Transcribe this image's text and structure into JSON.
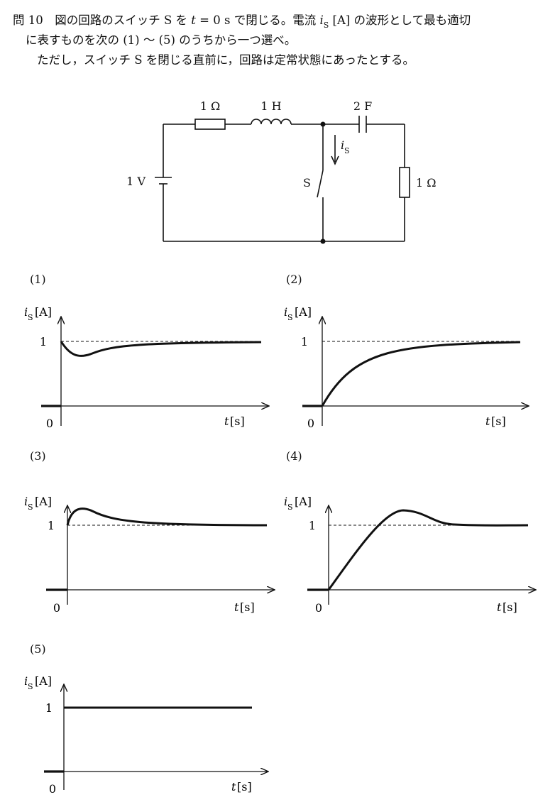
{
  "question": {
    "number": "問 10",
    "line1_a": "図の回路のスイッチ S を ",
    "t_var": "t",
    "line1_b": " = 0 s で閉じる。電流 ",
    "i_var": "i",
    "i_sub": "S",
    "line1_c": " [A] の波形として最も適切",
    "line2": "に表すものを次の (1) ～ (5) のうちから一つ選べ。",
    "line3": "ただし，スイッチ S を閉じる直前に，回路は定常状態にあったとする。"
  },
  "circuit": {
    "source_label": "1 V",
    "resistor1_label": "1 Ω",
    "inductor_label": "1 H",
    "capacitor_label": "2 F",
    "resistor2_label": "1 Ω",
    "switch_label": "S",
    "current_var": "i",
    "current_sub": "S"
  },
  "graph_text": {
    "y_var": "i",
    "y_sub": "S",
    "y_unit": "[A]",
    "x_var": "t",
    "x_unit": "[s]",
    "origin": "0",
    "one": "1"
  },
  "options": [
    {
      "label": "(1)",
      "shape": "dips below 1 then settles to 1"
    },
    {
      "label": "(2)",
      "shape": "rises from 0 toward 1"
    },
    {
      "label": "(3)",
      "shape": "jumps to 1, overshoots, settles to 1"
    },
    {
      "label": "(4)",
      "shape": "rises from 0, overshoots 1, settles to 1"
    },
    {
      "label": "(5)",
      "shape": "constant 1"
    }
  ],
  "chart_data": [
    {
      "type": "line",
      "x": [
        0,
        0.5,
        1,
        2,
        3,
        5,
        8
      ],
      "y": [
        1,
        0.82,
        0.8,
        0.9,
        0.97,
        1.0,
        1.0
      ]
    },
    {
      "type": "line",
      "x": [
        0,
        0.5,
        1,
        2,
        3,
        5,
        8
      ],
      "y": [
        0,
        0.35,
        0.58,
        0.82,
        0.92,
        0.98,
        1.0
      ]
    },
    {
      "type": "line",
      "x": [
        0,
        0.3,
        1,
        2,
        3,
        5,
        8
      ],
      "y": [
        1,
        1.2,
        1.24,
        1.13,
        1.05,
        1.01,
        1.0
      ]
    },
    {
      "type": "line",
      "x": [
        0,
        1,
        2,
        3,
        4,
        6,
        8
      ],
      "y": [
        0,
        0.5,
        0.95,
        1.2,
        1.1,
        1.02,
        1.0
      ]
    },
    {
      "type": "line",
      "x": [
        0,
        8
      ],
      "y": [
        1,
        1
      ]
    }
  ]
}
